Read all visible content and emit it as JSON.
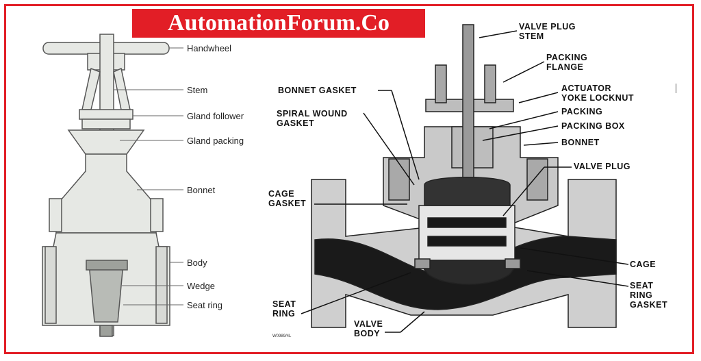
{
  "brand": {
    "text": "AutomationForum.Co",
    "bg_color": "#e21e26",
    "text_color": "#ffffff"
  },
  "gate_valve_labels": {
    "handwheel": "Handwheel",
    "stem": "Stem",
    "gland_follower": "Gland follower",
    "gland_packing": "Gland packing",
    "bonnet": "Bonnet",
    "body": "Body",
    "wedge": "Wedge",
    "seat_ring": "Seat ring"
  },
  "control_valve_labels": {
    "valve_plug_stem": "VALVE PLUG\nSTEM",
    "packing_flange": "PACKING\nFLANGE",
    "actuator_yoke_locknut": "ACTUATOR\nYOKE LOCKNUT",
    "packing": "PACKING",
    "packing_box": "PACKING BOX",
    "bonnet": "BONNET",
    "valve_plug": "VALVE PLUG",
    "bonnet_gasket": "BONNET GASKET",
    "spiral_wound_gasket": "SPIRAL WOUND\nGASKET",
    "cage_gasket": "CAGE\nGASKET",
    "cage": "CAGE",
    "seat_ring_gasket": "SEAT\nRING\nGASKET",
    "seat_ring": "SEAT\nRING",
    "valve_body": "VALVE\nBODY",
    "drawing_code": "W0989/4L"
  },
  "colors": {
    "border": "#e21e26",
    "gate_fill": "#e6e8e4",
    "control_fill": "#cfcfcf",
    "control_dark": "#1a1a1a"
  }
}
